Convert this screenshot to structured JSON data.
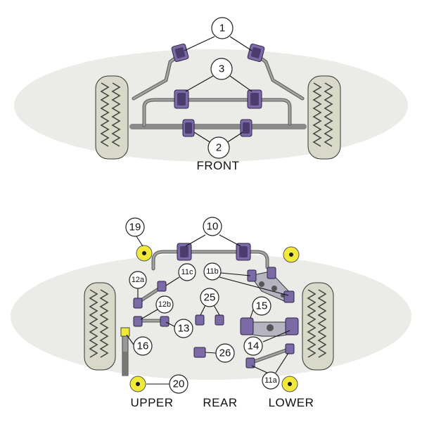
{
  "sections": {
    "front": "FRONT",
    "upper": "UPPER",
    "rear": "REAR",
    "lower": "LOWER"
  },
  "callouts": {
    "c1": "1",
    "c2": "2",
    "c3": "3",
    "c10": "10",
    "c11a": "11a",
    "c11b": "11b",
    "c11c": "11c",
    "c12a": "12a",
    "c12b": "12b",
    "c13": "13",
    "c14": "14",
    "c15": "15",
    "c16": "16",
    "c19": "19",
    "c20": "20",
    "c25": "25",
    "c26": "26"
  },
  "colors": {
    "bushing_purple": "#7b6aa6",
    "yellow_bush": "#f2ea3a",
    "background_band": "#e9e9e6"
  }
}
